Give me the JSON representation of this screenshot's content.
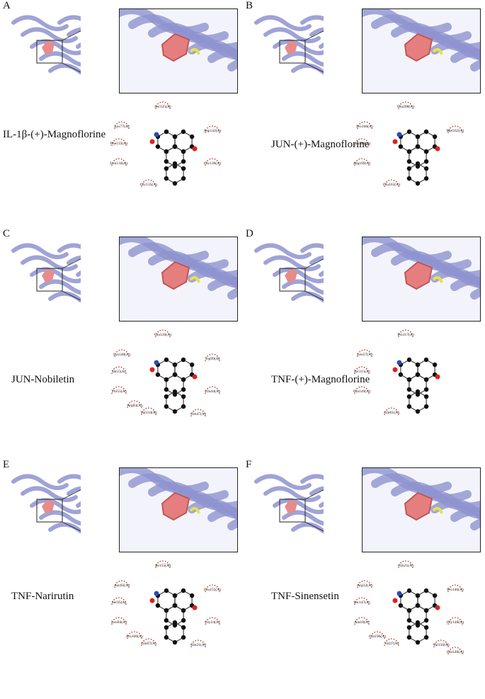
{
  "panels": [
    {
      "letter": "A",
      "title": "IL-1β-(+)-Magnoflorine",
      "residues": [
        "Ser125(A)",
        "Lys77(A)",
        "Phe133(A)",
        "Leu134(A)",
        "Gly135(A)",
        "Asp142(A)",
        "Gly136(A)"
      ]
    },
    {
      "letter": "B",
      "title": "JUN-(+)-Magnoflorine",
      "residues": [
        "Glu208(A)",
        "Pro166(A)",
        "Lys158(A)",
        "Arg169(A)",
        "Glu161(A)",
        "Met162(A)"
      ]
    },
    {
      "letter": "C",
      "title": "JUN-Nobiletin",
      "residues": [
        "Glu120(A)",
        "Lys148(A)",
        "Ile55(A)",
        "Thr55(A)",
        "Val134(A)",
        "Trp99(A)",
        "Glu44(A)",
        "Gln47(A)",
        "Arg83(A)"
      ]
    },
    {
      "letter": "D",
      "title": "TNF-(+)-Magnoflorine",
      "residues": [
        "Pro117(A)",
        "Leu57(A)",
        "Tyr115(A)",
        "Gln149(A)",
        "Gln61(A)"
      ]
    },
    {
      "letter": "E",
      "title": "TNF-Narirutin",
      "residues": [
        "Ile155(A)",
        "Asn92(A)",
        "Ser95(A)",
        "Leu94(A)",
        "Gln67(A)",
        "Glu155(A)",
        "Gly24(A)",
        "Gln21(A)",
        "Pro100(A)"
      ]
    },
    {
      "letter": "F",
      "title": "TNF-Sinensetin",
      "residues": [
        "Gln21(A)",
        "Arg32(A)",
        "Ser147(A)",
        "Ala18(A)",
        "Val37(A)",
        "Pro146(A)",
        "Gly148(A)",
        "Val150(A)",
        "Gln196(A)",
        "Glu146(A)"
      ]
    }
  ]
}
